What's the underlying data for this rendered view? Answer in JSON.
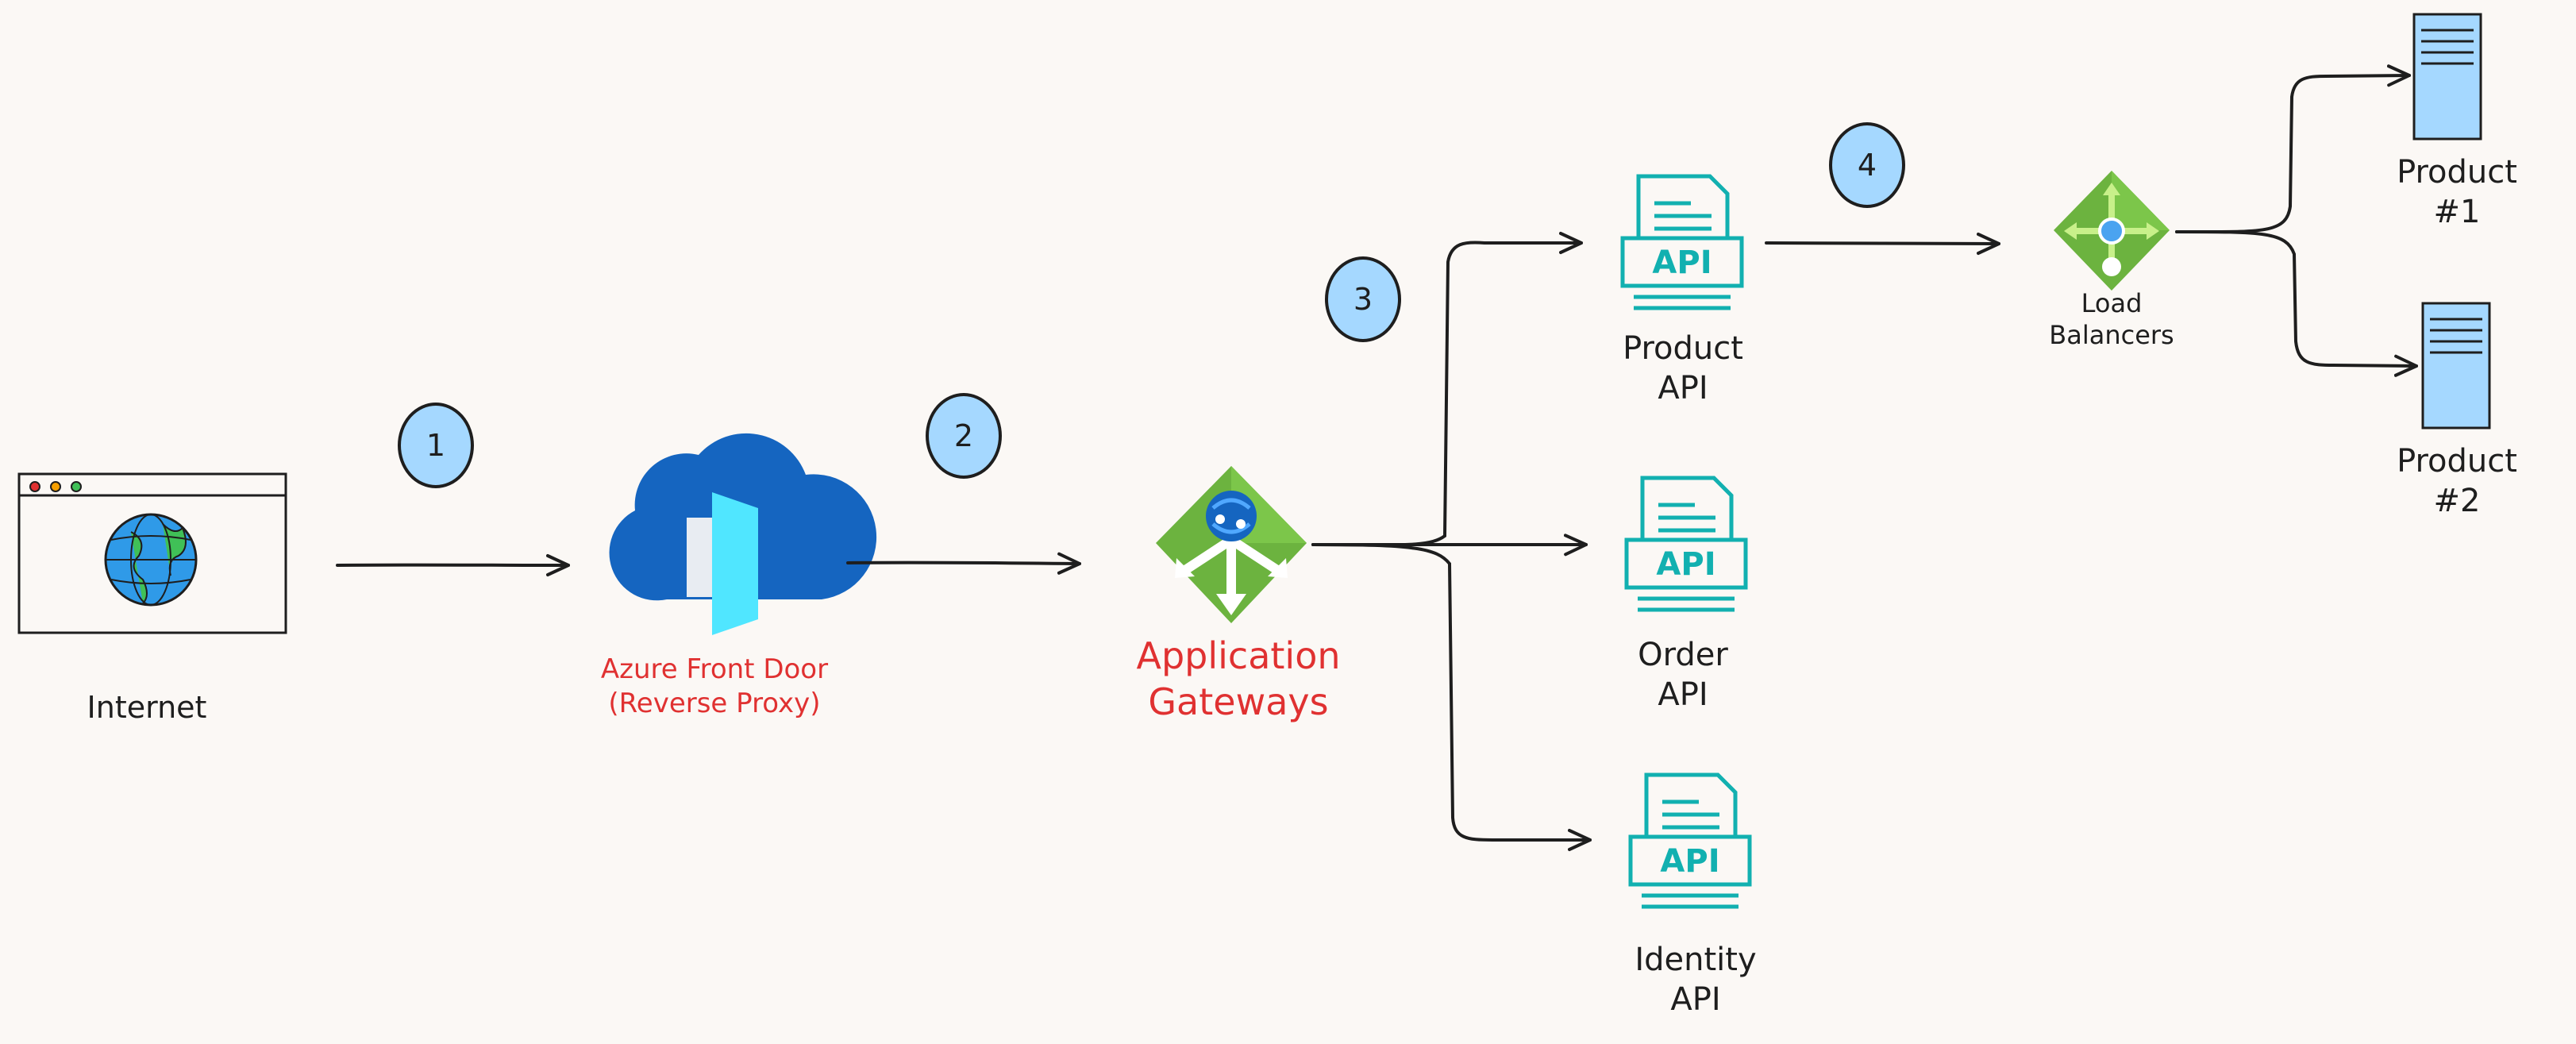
{
  "nodes": {
    "internet": {
      "label": "Internet"
    },
    "front_door": {
      "line1": "Azure Front Door",
      "line2": "(Reverse Proxy)"
    },
    "app_gateway": {
      "line1": "Application",
      "line2": "Gateways"
    },
    "product_api": {
      "icon_text": "API",
      "line1": "Product",
      "line2": "API"
    },
    "order_api": {
      "icon_text": "API",
      "line1": "Order",
      "line2": "API"
    },
    "identity_api": {
      "icon_text": "API",
      "line1": "Identity",
      "line2": "API"
    },
    "load_balancer": {
      "line1": "Load",
      "line2": "Balancers"
    },
    "product1": {
      "line1": "Product",
      "line2": "#1"
    },
    "product2": {
      "line1": "Product",
      "line2": "#2"
    }
  },
  "steps": [
    "1",
    "2",
    "3",
    "4"
  ],
  "colors": {
    "background": "#fbf8f5",
    "stroke": "#1e1e1e",
    "step_fill": "#a5d8ff",
    "accent_red": "#e03131",
    "api_teal": "#12b0b0",
    "azure_blue": "#1565c0",
    "gateway_green": "#6cb33f"
  }
}
